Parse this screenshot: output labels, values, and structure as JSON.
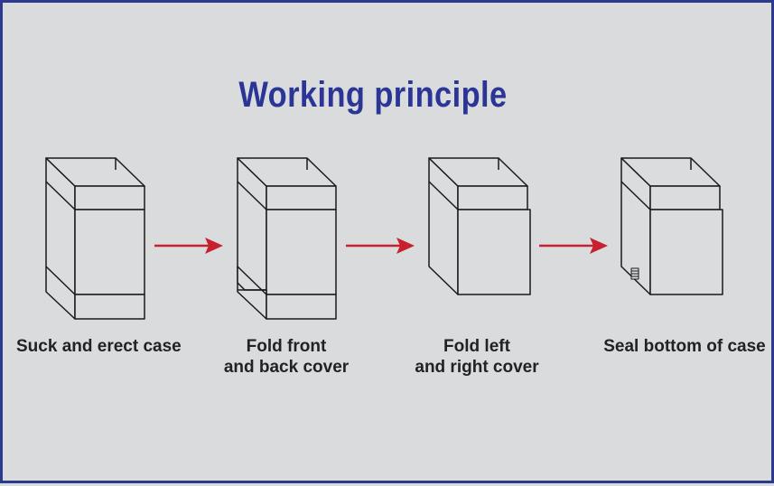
{
  "title": "Working principle",
  "steps": [
    {
      "lines": [
        "Suck and erect case"
      ]
    },
    {
      "lines": [
        "Fold front",
        "and back cover"
      ]
    },
    {
      "lines": [
        "Fold left",
        "and right cover"
      ]
    },
    {
      "lines": [
        "Seal bottom of case"
      ]
    }
  ],
  "colors": {
    "background": "#d9dbdd",
    "border": "#2b3a8c",
    "title": "#2b3595",
    "arrow": "#c8202e",
    "box_line": "#1a1a1a",
    "box_fill": "#dadcde"
  },
  "arrow_icon": "right-arrow-icon"
}
